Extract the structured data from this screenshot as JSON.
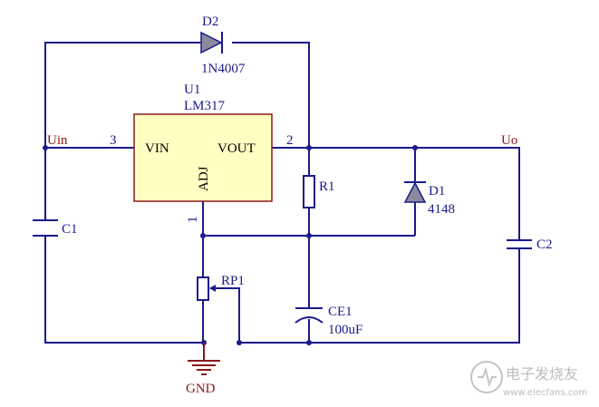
{
  "colors": {
    "wire": "#1a1a8c",
    "ic_fill": "#ffffc2",
    "ic_border": "#8b1a1a",
    "ground": "#8b1a1a",
    "diode_fill": "#8a8a9e",
    "watermark": "#bdbdbd"
  },
  "nets": {
    "input": "Uin",
    "output": "Uo",
    "ground": "GND"
  },
  "regulator": {
    "designator": "U1",
    "part": "LM317",
    "pin_vin": "VIN",
    "pin_vout": "VOUT",
    "pin_adj": "ADJ",
    "pin3": "3",
    "pin2": "2",
    "pin1": "1"
  },
  "d2": {
    "designator": "D2",
    "part": "1N4007"
  },
  "d1": {
    "designator": "D1",
    "part": "4148"
  },
  "r1": {
    "designator": "R1"
  },
  "rp1": {
    "designator": "RP1"
  },
  "ce1": {
    "designator": "CE1",
    "value": "100uF"
  },
  "c1": {
    "designator": "C1"
  },
  "c2": {
    "designator": "C2"
  },
  "watermark": {
    "title": "电子发烧友",
    "url": "www.elecfans.com",
    "logo_icon": "electronic-circuit-logo-icon"
  }
}
